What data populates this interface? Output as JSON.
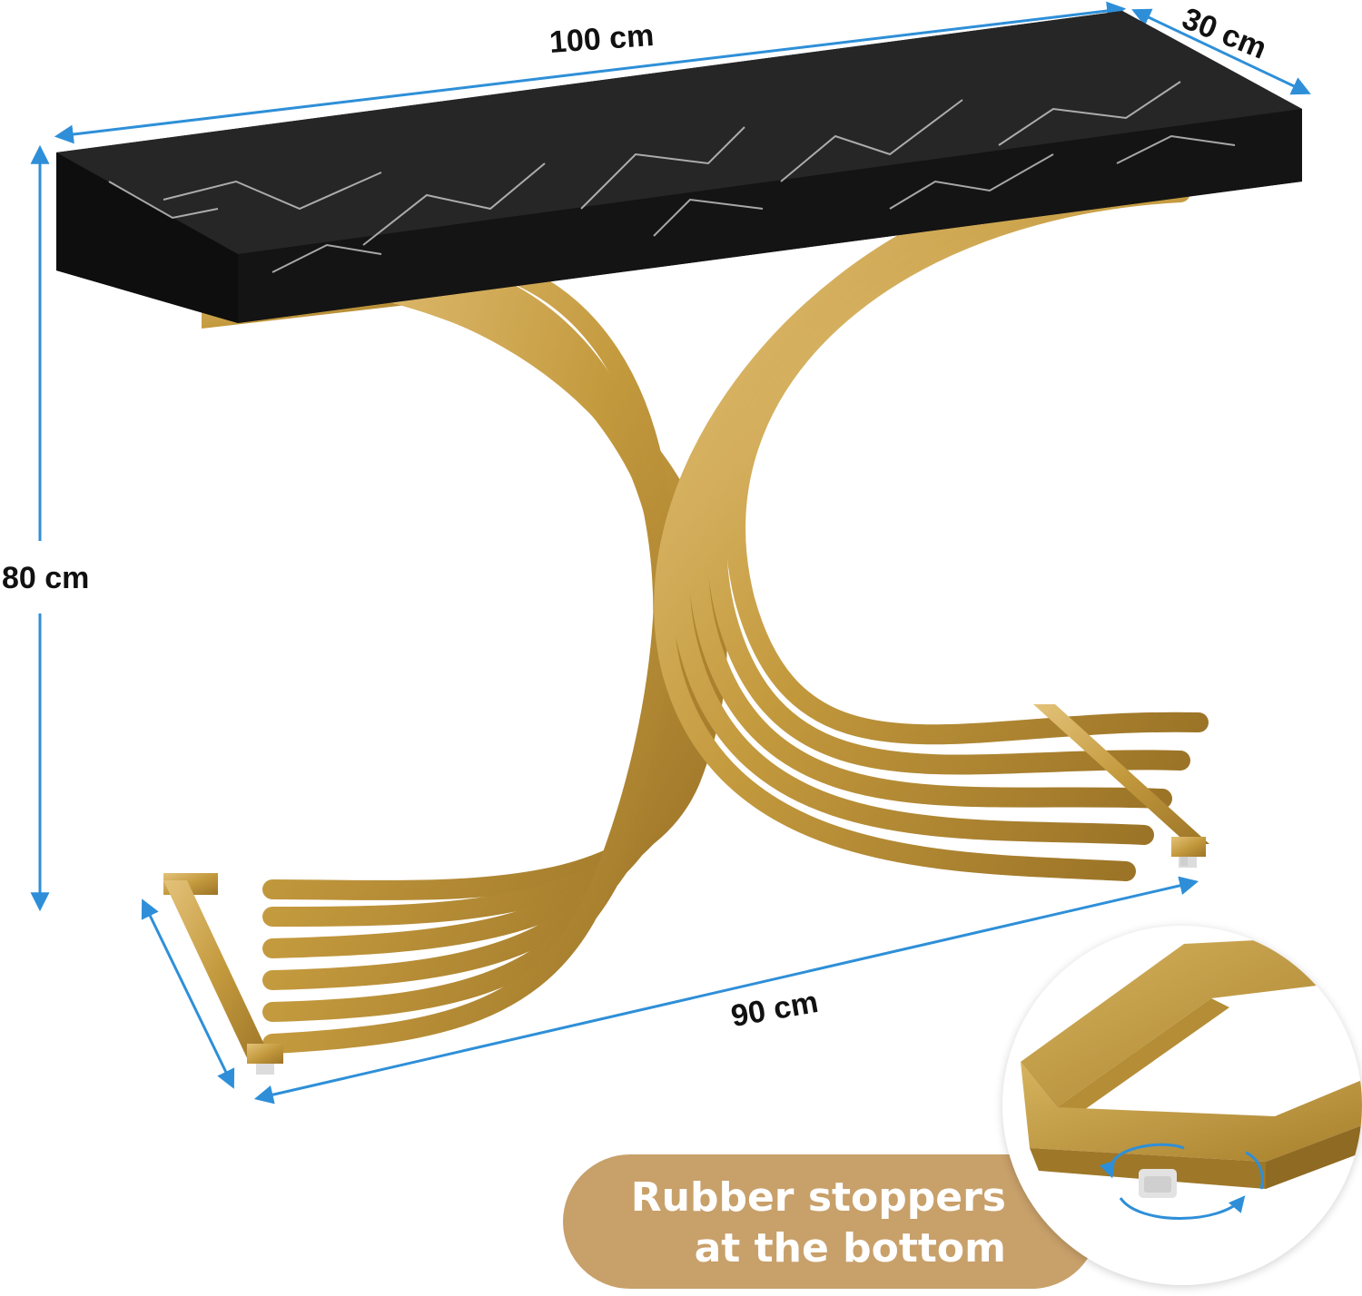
{
  "dimensions": {
    "width": "100 cm",
    "depth": "30 cm",
    "height": "80 cm",
    "base": "90 cm"
  },
  "callout": {
    "line1": "Rubber stoppers",
    "line2": "at the bottom"
  },
  "colors": {
    "arrow": "#2e8fd8",
    "gold": "#c9a24a",
    "tabletop": "#1a1a1a",
    "callout_pill": "#c8a06a"
  },
  "icons": [
    "rotate-arrows-icon"
  ]
}
